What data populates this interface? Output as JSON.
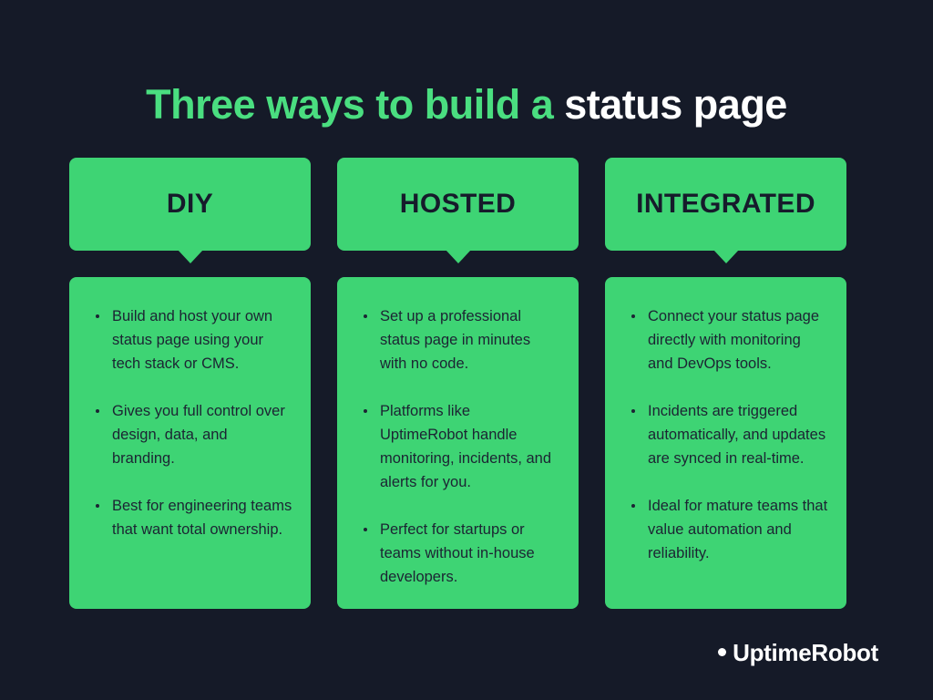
{
  "background_color": "#151a28",
  "accent_green": "#3ed474",
  "title_green": "#4ade80",
  "title": {
    "part_green": "Three ways to build a ",
    "part_white": "status page"
  },
  "columns": [
    {
      "header": "DIY",
      "bullets": [
        "Build and host your own status page using your tech stack or CMS.",
        "Gives you full control over design, data, and branding.",
        "Best for engineering teams that want total ownership."
      ]
    },
    {
      "header": "HOSTED",
      "bullets": [
        "Set up a professional status page in minutes with no code.",
        "Platforms like UptimeRobot handle monitoring, incidents, and alerts for you.",
        "Perfect for startups or teams without in-house developers."
      ]
    },
    {
      "header": "INTEGRATED",
      "bullets": [
        "Connect your status page directly with monitoring and DevOps tools.",
        "Incidents are triggered automatically, and updates are synced in real-time.",
        "Ideal for mature teams that value automation and reliability."
      ]
    }
  ],
  "logo": {
    "icon": "dot-icon",
    "text": "UptimeRobot"
  }
}
